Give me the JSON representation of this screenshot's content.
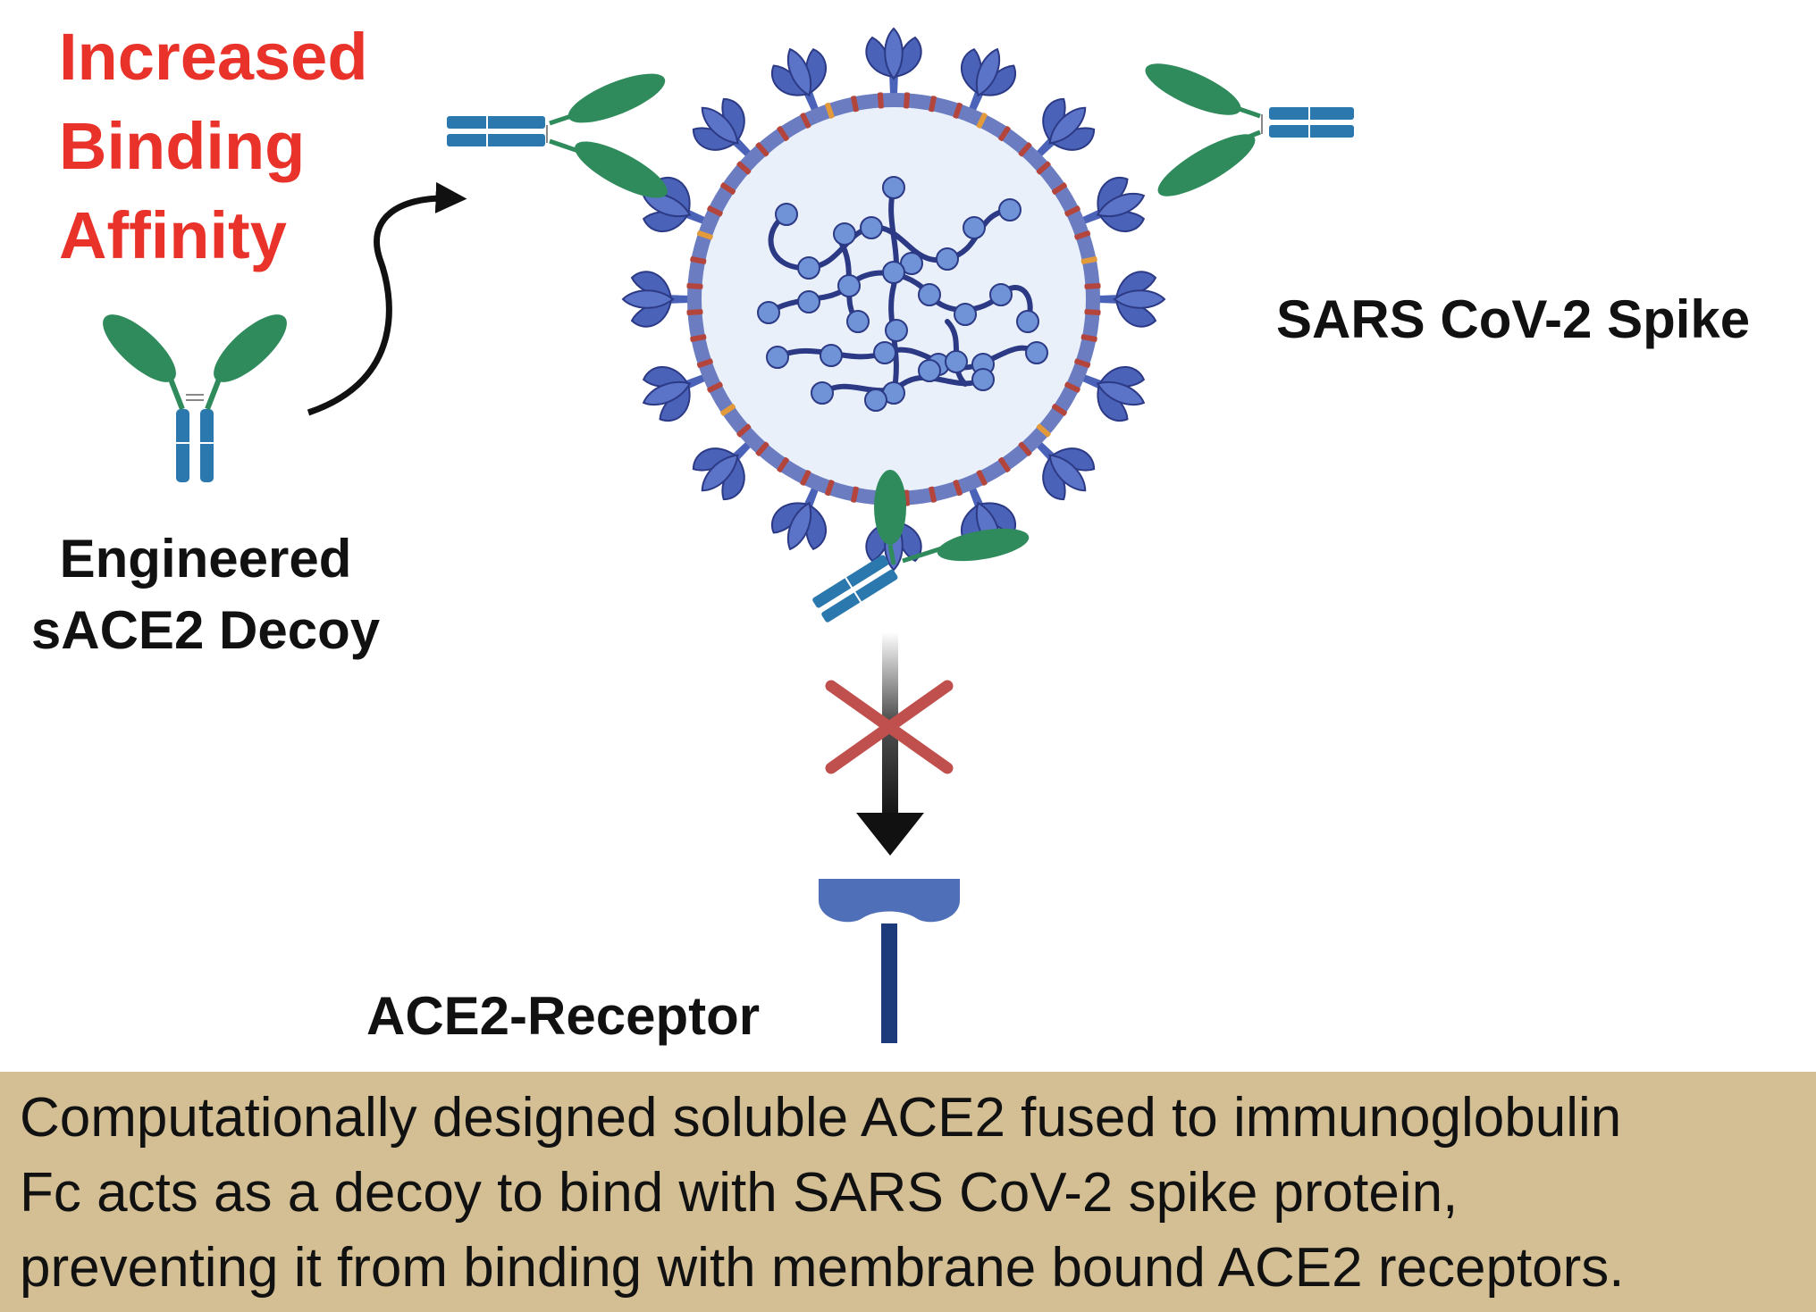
{
  "labels": {
    "affinity_lines": [
      "Increased",
      "Binding",
      "Affinity"
    ],
    "spike": "SARS CoV-2 Spike",
    "decoy_lines": [
      "Engineered",
      "sACE2 Decoy"
    ],
    "receptor": "ACE2-Receptor"
  },
  "caption": {
    "lines": [
      "Computationally designed soluble ACE2 fused to immunoglobulin",
      "Fc acts as a decoy to bind with SARS CoV-2 spike protein,",
      "preventing it from binding with membrane bound ACE2 receptors."
    ]
  },
  "colors": {
    "affinity_text": "#e8322a",
    "spike_protein": "#4a62b8",
    "virus_membrane": "#6c7cc0",
    "virus_interior": "#eaf0fa",
    "rna_strand": "#2c3a86",
    "rna_bead": "#6f93d6",
    "antibody_arm": "#2f8a5c",
    "antibody_fc": "#2a78ad",
    "blocked_cross": "#c0504d",
    "receptor": "#1d3a7a",
    "receptor_cup": "#4f6fb8",
    "caption_bg": "#d3bf93"
  }
}
